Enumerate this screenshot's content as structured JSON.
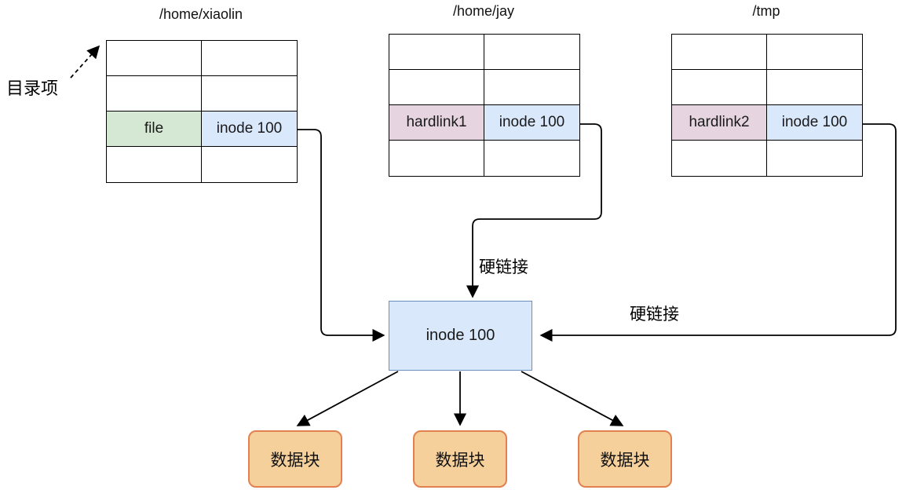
{
  "annotation": {
    "directory_entry": "目录项"
  },
  "directories": [
    {
      "title": "/home/xiaolin",
      "entry_name": "file",
      "entry_inode": "inode 100"
    },
    {
      "title": "/home/jay",
      "entry_name": "hardlink1",
      "entry_inode": "inode 100"
    },
    {
      "title": "/tmp",
      "entry_name": "hardlink2",
      "entry_inode": "inode 100"
    }
  ],
  "inode_box": {
    "label": "inode 100"
  },
  "edge_labels": {
    "top": "硬链接",
    "right": "硬链接"
  },
  "data_blocks": [
    "数据块",
    "数据块",
    "数据块"
  ],
  "colors": {
    "file_cell_green": "#d5e8d4",
    "hardlink_cell_pink": "#e6d5e0",
    "inode_cell_blue": "#dae8fc",
    "inode_box_fill": "#dae8fc",
    "inode_box_border": "#6c8ebf",
    "data_block_fill": "#f6d09b",
    "data_block_border": "#e2814f",
    "line": "#000000"
  }
}
